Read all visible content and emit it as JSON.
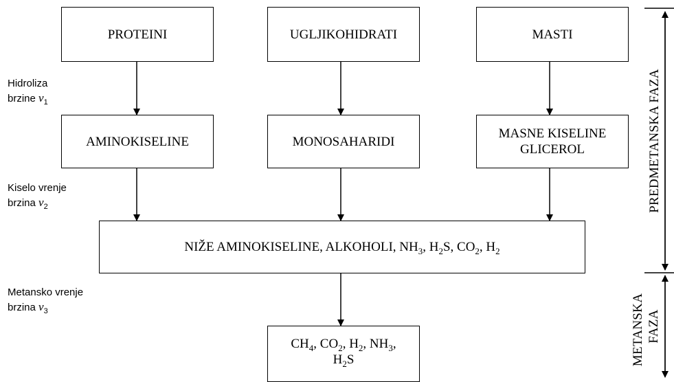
{
  "row1": [
    {
      "id": "proteini",
      "label": "PROTEINI"
    },
    {
      "id": "ugljikohidrati",
      "label": "UGLJIKOHIDRATI"
    },
    {
      "id": "masti",
      "label": "MASTI"
    }
  ],
  "row2": [
    {
      "id": "aminokiseline",
      "label": "AMINOKISELINE"
    },
    {
      "id": "monosaharidi",
      "label": "MONOSAHARIDI"
    },
    {
      "id": "masne",
      "line1": "MASNE KISELINE",
      "line2": "GLICEROL"
    }
  ],
  "middle": {
    "prefix": "NIŽE AMINOKISELINE, ALKOHOLI, NH",
    "s1": "3",
    "t1": ", H",
    "s2": "2",
    "t2": "S, CO",
    "s3": "2",
    "t3": ", H",
    "s4": "2"
  },
  "final": {
    "a": "CH",
    "as": "4",
    "b": ", CO",
    "bs": "2",
    "c": ", H",
    "cs": "2",
    "d": ", NH",
    "ds": "3",
    "e": ",",
    "f": "H",
    "fs": "2",
    "g": "S"
  },
  "steps": [
    {
      "name": "Hidroliza",
      "rate_word": "brzine",
      "var": "v",
      "sub": "1"
    },
    {
      "name": "Kiselo vrenje",
      "rate_word": "brzina",
      "var": "v",
      "sub": "2"
    },
    {
      "name": "Metansko vrenje",
      "rate_word": "brzina",
      "var": "v",
      "sub": "3"
    }
  ],
  "phases": {
    "pre": "PREDMETANSKA FAZA",
    "met_line1": "METANSKA",
    "met_line2": "FAZA"
  }
}
